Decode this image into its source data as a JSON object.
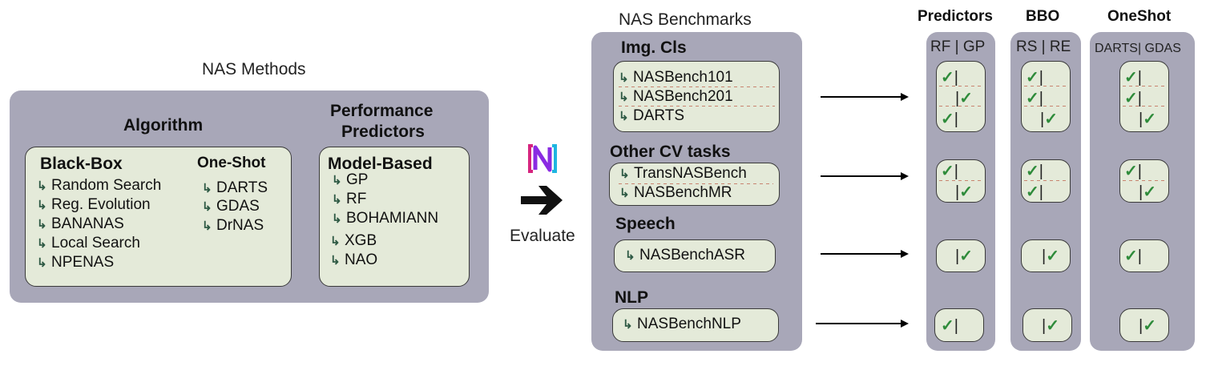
{
  "nas_methods": {
    "title": "NAS Methods",
    "algorithm": {
      "heading": "Algorithm",
      "blackbox_heading": "Black-Box",
      "blackbox_items": [
        "Random Search",
        "Reg. Evolution",
        "BANANAS",
        "Local Search",
        "NPENAS"
      ],
      "oneshot_heading": "One-Shot",
      "oneshot_items": [
        "DARTS",
        "GDAS",
        "DrNAS"
      ]
    },
    "predictors": {
      "heading_line1": "Performance",
      "heading_line2": "Predictors",
      "model_based_heading": "Model-Based",
      "items": [
        "GP",
        "RF",
        "BOHAMIANN",
        "XGB",
        "NAO"
      ]
    }
  },
  "evaluate": {
    "label": "Evaluate"
  },
  "benchmarks": {
    "title": "NAS Benchmarks",
    "groups": [
      {
        "heading": "Img. Cls",
        "items": [
          "NASBench101",
          "NASBench201",
          "DARTS"
        ]
      },
      {
        "heading": "Other CV tasks",
        "items": [
          "TransNASBench",
          "NASBenchMR"
        ]
      },
      {
        "heading": "Speech",
        "items": [
          "NASBenchASR"
        ]
      },
      {
        "heading": "NLP",
        "items": [
          "NASBenchNLP"
        ]
      }
    ]
  },
  "results": {
    "predictors": {
      "title": "Predictors",
      "header": "RF | GP"
    },
    "bbo": {
      "title": "BBO",
      "header": "RS | RE"
    },
    "oneshot": {
      "title": "OneShot",
      "header": "DARTS| GDAS"
    }
  },
  "colors": {
    "panel": "#a8a7b8",
    "box": "#e4ead9",
    "check": "#2e8b3a",
    "logo_pink": "#d6247e",
    "logo_blue": "#1fb6e0"
  }
}
